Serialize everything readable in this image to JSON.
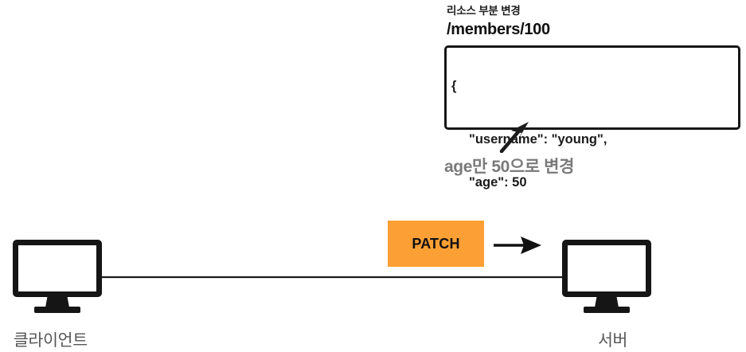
{
  "annotation": {
    "resource_caption": "리소스 부분 변경",
    "resource_path": "/members/100",
    "change_note": "age만 50으로 변경"
  },
  "request_body": {
    "open_brace": "{",
    "line_username": "\"username\": \"young\",",
    "line_age": "\"age\": 50",
    "close_brace": "}"
  },
  "flow": {
    "method_label": "PATCH",
    "method_box_color": "#FC9F34",
    "arrow_color": "#111111",
    "wire_color": "#1a1a1a"
  },
  "nodes": [
    {
      "id": "client",
      "label": "클라이언트",
      "icon": "monitor-icon"
    },
    {
      "id": "server",
      "label": "서버",
      "icon": "monitor-icon"
    }
  ],
  "colors": {
    "background": "#ffffff",
    "ink": "#151515",
    "muted_text": "#555555",
    "note_text": "#7a7a7a",
    "accent_orange": "#FC9F34"
  }
}
